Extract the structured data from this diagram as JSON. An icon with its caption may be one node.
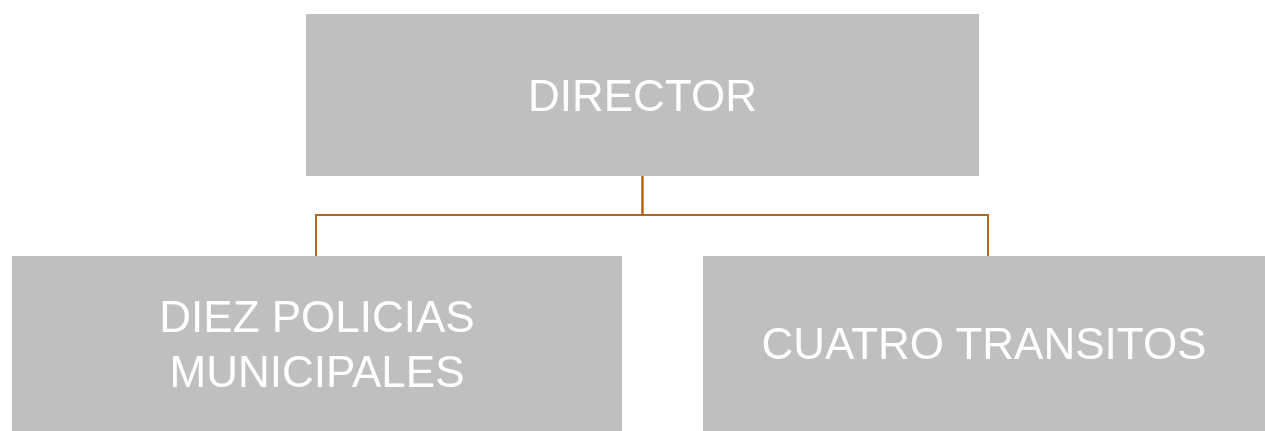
{
  "diagram": {
    "nodes": [
      {
        "text": [
          "DIRECTOR"
        ]
      },
      {
        "text": [
          "DIEZ POLICIAS MUNICIPALES"
        ]
      },
      {
        "text": [
          "CUATRO TRANSITOS"
        ]
      }
    ],
    "edges": [
      {
        "from": 0,
        "to": 1,
        "arrow": "none"
      },
      {
        "from": 0,
        "to": 2,
        "arrow": "none"
      }
    ]
  }
}
